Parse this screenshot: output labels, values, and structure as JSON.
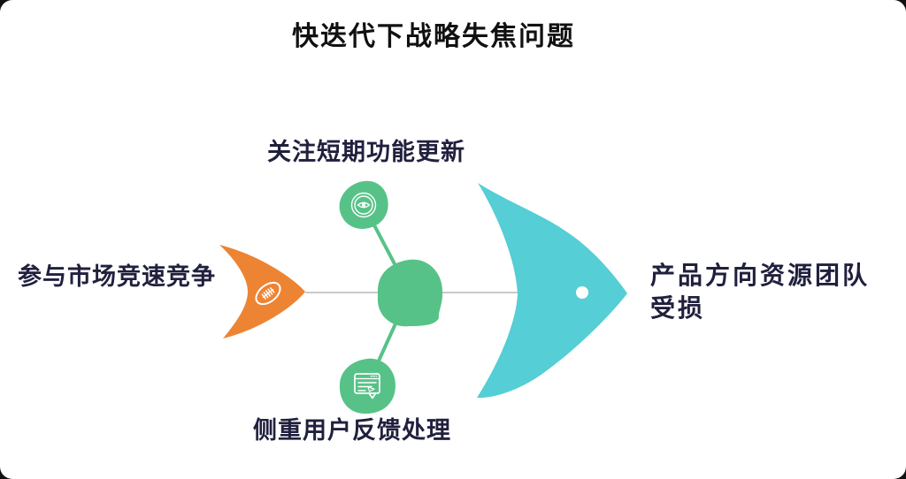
{
  "title": {
    "text": "快迭代下战略失焦问题"
  },
  "diagram": {
    "causes": {
      "left": {
        "label": "参与市场竞速竞争",
        "icon": "football-icon"
      },
      "top": {
        "label": "关注短期功能更新",
        "icon": "eye-icon"
      },
      "bottom": {
        "label": "侧重用户反馈处理",
        "icon": "feedback-window-icon"
      }
    },
    "effect": {
      "label": "产品方向资源团队受损",
      "icon": "fish-eye-dot"
    },
    "colors": {
      "orange": "#ED8434",
      "green": "#57C287",
      "teal": "#55CED5",
      "spine_gray": "#C9C9C9",
      "label_navy": "#20203E",
      "title_black": "#111111",
      "white": "#FFFFFF"
    }
  }
}
